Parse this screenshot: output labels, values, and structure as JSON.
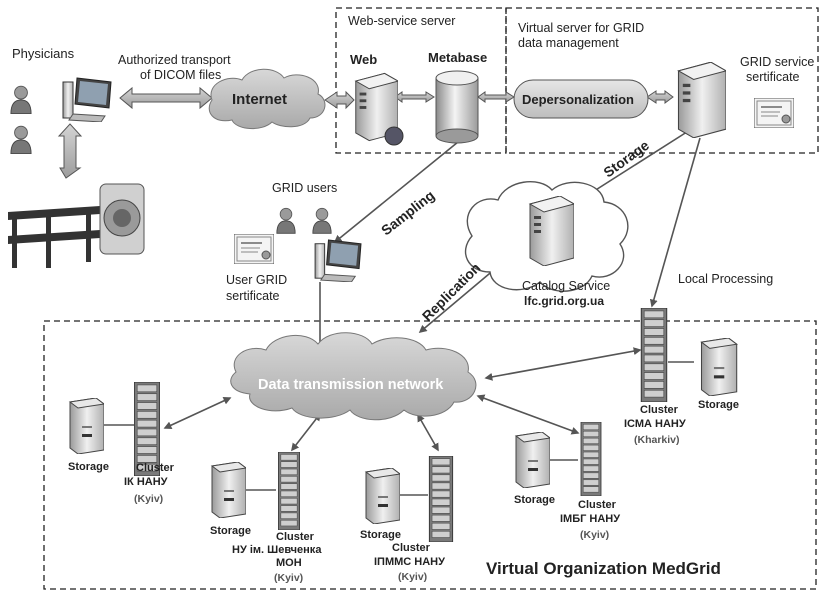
{
  "labels": {
    "physicians": "Physicians",
    "transport_line1": "Authorized transport",
    "transport_line2": "of DICOM files",
    "internet": "Internet",
    "web_service_server": "Web-service server",
    "web": "Web",
    "metabase": "Metabase",
    "virtual_server_line1": "Virtual server for GRID",
    "virtual_server_line2": "data management",
    "depersonalization": "Depersonalization",
    "grid_service_cert_line1": "GRID service",
    "grid_service_cert_line2": "sertificate",
    "storage_arrow": "Storage",
    "sampling": "Sampling",
    "replication": "Replication",
    "grid_users": "GRID users",
    "user_cert_line1": "User GRID",
    "user_cert_line2": "sertificate",
    "catalog_line1": "Catalog Service",
    "catalog_line2": "lfc.grid.org.ua",
    "local_processing": "Local Processing",
    "data_network": "Data transmission network",
    "vo_title": "Virtual Organization MedGrid"
  },
  "sites": [
    {
      "storage": "Storage",
      "cluster_lines": [
        "Cluster",
        "ІК НАНУ"
      ],
      "city": "(Kyiv)"
    },
    {
      "storage": "Storage",
      "cluster_lines": [
        "Cluster",
        "НУ ім. Шевченка",
        "МОН"
      ],
      "city": "(Kyiv)"
    },
    {
      "storage": "Storage",
      "cluster_lines": [
        "Cluster",
        "ІПММС НАНУ"
      ],
      "city": "(Kyiv)"
    },
    {
      "storage": "Storage",
      "cluster_lines": [
        "Cluster",
        "ІМБГ НАНУ"
      ],
      "city": "(Kyiv)"
    },
    {
      "storage": "Storage",
      "cluster_lines": [
        "Cluster",
        "ІСМА НАНУ"
      ],
      "city": "(Kharkiv)"
    }
  ]
}
